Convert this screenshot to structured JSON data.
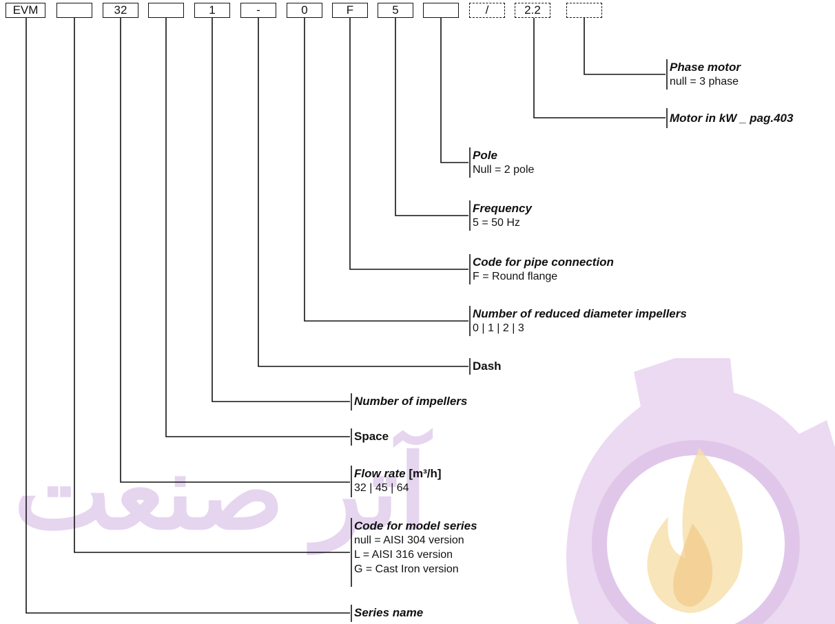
{
  "code_boxes": [
    "EVM",
    "",
    "32",
    "",
    "1",
    "-",
    "0",
    "F",
    "5",
    "",
    "/",
    "2.2",
    ""
  ],
  "labels": {
    "phase_motor": {
      "title": "Phase motor",
      "lines": [
        "null = 3 phase"
      ]
    },
    "motor_kw": {
      "title": "Motor in kW _ pag.403",
      "lines": []
    },
    "pole": {
      "title": "Pole",
      "lines": [
        "Null = 2 pole"
      ]
    },
    "frequency": {
      "title": "Frequency",
      "lines": [
        "5 = 50 Hz"
      ]
    },
    "pipe_connection": {
      "title": "Code for pipe connection",
      "lines": [
        "F = Round flange"
      ]
    },
    "reduced_impellers": {
      "title": "Number of reduced diameter impellers",
      "lines": [
        "0 | 1 | 2 | 3"
      ]
    },
    "dash": {
      "title": "Dash",
      "lines": []
    },
    "impellers": {
      "title": "Number of impellers",
      "lines": []
    },
    "space": {
      "title": "Space",
      "lines": []
    },
    "flow_rate": {
      "title": "Flow rate",
      "unit": "[m³/h]",
      "lines": [
        "32 | 45 | 64"
      ]
    },
    "model_series": {
      "title": "Code for model series",
      "lines": [
        "null = AISI 304 version",
        "L = AISI 316 version",
        "G = Cast Iron version"
      ]
    },
    "series_name": {
      "title": "Series name",
      "lines": []
    }
  },
  "watermark": {
    "text": "آتر صنعت",
    "color": "#c9a3dd"
  }
}
